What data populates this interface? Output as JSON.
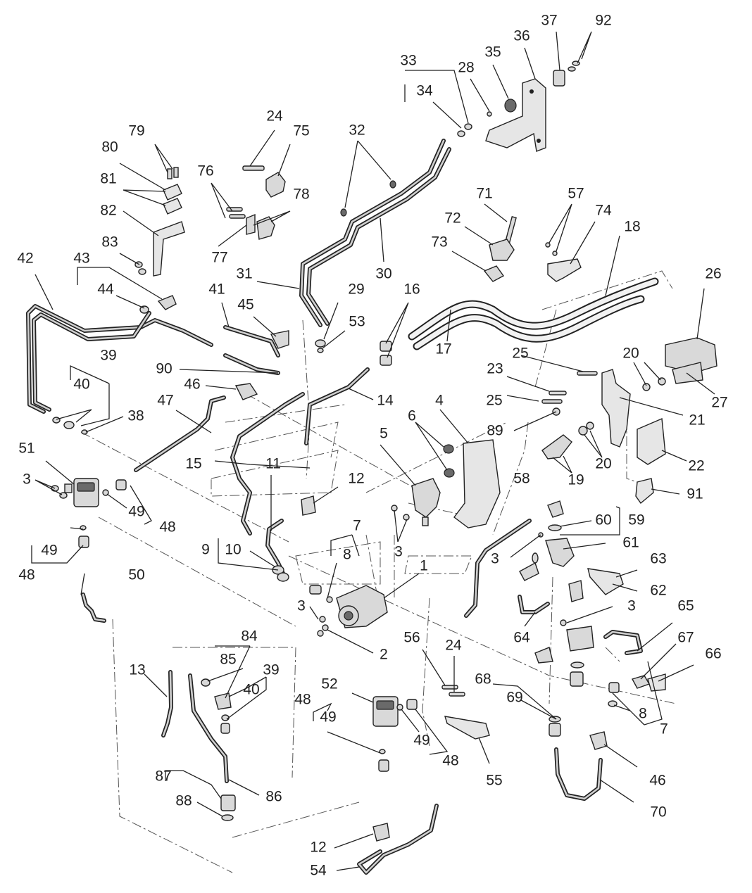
{
  "colors": {
    "background": "#ffffff",
    "line": "#222222",
    "metal": "#d9d9d9",
    "shade": "#6a6a6a"
  },
  "callouts": [
    {
      "id": "c1",
      "text": "1"
    },
    {
      "id": "c2",
      "text": "2"
    },
    {
      "id": "c3a",
      "text": "3"
    },
    {
      "id": "c3b",
      "text": "3"
    },
    {
      "id": "c3c",
      "text": "3"
    },
    {
      "id": "c3d",
      "text": "3"
    },
    {
      "id": "c3e",
      "text": "3"
    },
    {
      "id": "c4",
      "text": "4"
    },
    {
      "id": "c5",
      "text": "5"
    },
    {
      "id": "c6",
      "text": "6"
    },
    {
      "id": "c7a",
      "text": "7"
    },
    {
      "id": "c7b",
      "text": "7"
    },
    {
      "id": "c8a",
      "text": "8"
    },
    {
      "id": "c8b",
      "text": "8"
    },
    {
      "id": "c9",
      "text": "9"
    },
    {
      "id": "c10",
      "text": "10"
    },
    {
      "id": "c11",
      "text": "11"
    },
    {
      "id": "c12a",
      "text": "12"
    },
    {
      "id": "c12b",
      "text": "12"
    },
    {
      "id": "c13",
      "text": "13"
    },
    {
      "id": "c14",
      "text": "14"
    },
    {
      "id": "c15",
      "text": "15"
    },
    {
      "id": "c16",
      "text": "16"
    },
    {
      "id": "c17",
      "text": "17"
    },
    {
      "id": "c18",
      "text": "18"
    },
    {
      "id": "c19",
      "text": "19"
    },
    {
      "id": "c20a",
      "text": "20"
    },
    {
      "id": "c20b",
      "text": "20"
    },
    {
      "id": "c21",
      "text": "21"
    },
    {
      "id": "c22",
      "text": "22"
    },
    {
      "id": "c23",
      "text": "23"
    },
    {
      "id": "c24a",
      "text": "24"
    },
    {
      "id": "c24b",
      "text": "24"
    },
    {
      "id": "c25a",
      "text": "25"
    },
    {
      "id": "c25b",
      "text": "25"
    },
    {
      "id": "c26",
      "text": "26"
    },
    {
      "id": "c27",
      "text": "27"
    },
    {
      "id": "c28",
      "text": "28"
    },
    {
      "id": "c29",
      "text": "29"
    },
    {
      "id": "c30",
      "text": "30"
    },
    {
      "id": "c31",
      "text": "31"
    },
    {
      "id": "c32",
      "text": "32"
    },
    {
      "id": "c33",
      "text": "33"
    },
    {
      "id": "c34",
      "text": "34"
    },
    {
      "id": "c35",
      "text": "35"
    },
    {
      "id": "c36",
      "text": "36"
    },
    {
      "id": "c37",
      "text": "37"
    },
    {
      "id": "c38",
      "text": "38"
    },
    {
      "id": "c39a",
      "text": "39"
    },
    {
      "id": "c39b",
      "text": "39"
    },
    {
      "id": "c40a",
      "text": "40"
    },
    {
      "id": "c40b",
      "text": "40"
    },
    {
      "id": "c41",
      "text": "41"
    },
    {
      "id": "c42",
      "text": "42"
    },
    {
      "id": "c43",
      "text": "43"
    },
    {
      "id": "c44",
      "text": "44"
    },
    {
      "id": "c45",
      "text": "45"
    },
    {
      "id": "c46a",
      "text": "46"
    },
    {
      "id": "c46b",
      "text": "46"
    },
    {
      "id": "c47",
      "text": "47"
    },
    {
      "id": "c48a",
      "text": "48"
    },
    {
      "id": "c48b",
      "text": "48"
    },
    {
      "id": "c48c",
      "text": "48"
    },
    {
      "id": "c48d",
      "text": "48"
    },
    {
      "id": "c49a",
      "text": "49"
    },
    {
      "id": "c49b",
      "text": "49"
    },
    {
      "id": "c49c",
      "text": "49"
    },
    {
      "id": "c49d",
      "text": "49"
    },
    {
      "id": "c50",
      "text": "50"
    },
    {
      "id": "c51",
      "text": "51"
    },
    {
      "id": "c52",
      "text": "52"
    },
    {
      "id": "c53",
      "text": "53"
    },
    {
      "id": "c54",
      "text": "54"
    },
    {
      "id": "c55",
      "text": "55"
    },
    {
      "id": "c56",
      "text": "56"
    },
    {
      "id": "c57",
      "text": "57"
    },
    {
      "id": "c58",
      "text": "58"
    },
    {
      "id": "c59",
      "text": "59"
    },
    {
      "id": "c60",
      "text": "60"
    },
    {
      "id": "c61",
      "text": "61"
    },
    {
      "id": "c62",
      "text": "62"
    },
    {
      "id": "c63",
      "text": "63"
    },
    {
      "id": "c64",
      "text": "64"
    },
    {
      "id": "c65",
      "text": "65"
    },
    {
      "id": "c66",
      "text": "66"
    },
    {
      "id": "c67",
      "text": "67"
    },
    {
      "id": "c68",
      "text": "68"
    },
    {
      "id": "c69",
      "text": "69"
    },
    {
      "id": "c70",
      "text": "70"
    },
    {
      "id": "c71",
      "text": "71"
    },
    {
      "id": "c72",
      "text": "72"
    },
    {
      "id": "c73",
      "text": "73"
    },
    {
      "id": "c74",
      "text": "74"
    },
    {
      "id": "c75",
      "text": "75"
    },
    {
      "id": "c76",
      "text": "76"
    },
    {
      "id": "c77",
      "text": "77"
    },
    {
      "id": "c78",
      "text": "78"
    },
    {
      "id": "c79",
      "text": "79"
    },
    {
      "id": "c80",
      "text": "80"
    },
    {
      "id": "c81",
      "text": "81"
    },
    {
      "id": "c82",
      "text": "82"
    },
    {
      "id": "c83",
      "text": "83"
    },
    {
      "id": "c84",
      "text": "84"
    },
    {
      "id": "c85",
      "text": "85"
    },
    {
      "id": "c86",
      "text": "86"
    },
    {
      "id": "c87",
      "text": "87"
    },
    {
      "id": "c88",
      "text": "88"
    },
    {
      "id": "c89",
      "text": "89"
    },
    {
      "id": "c90",
      "text": "90"
    },
    {
      "id": "c91",
      "text": "91"
    },
    {
      "id": "c92",
      "text": "92"
    }
  ]
}
